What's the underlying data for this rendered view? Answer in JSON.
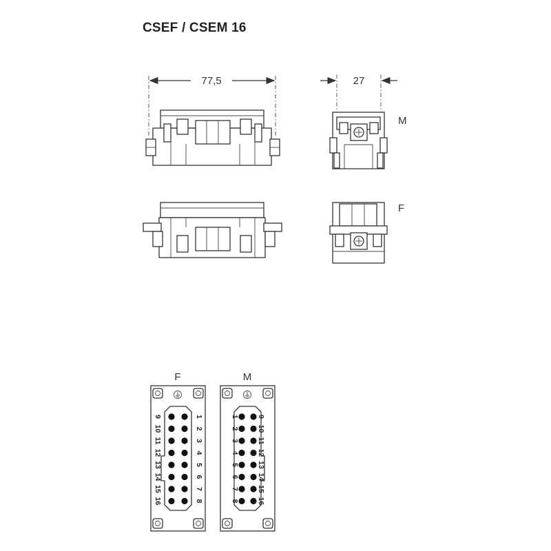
{
  "title": "CSEF / CSEM 16",
  "dimensions": {
    "width": "77,5",
    "depth": "27"
  },
  "view_labels": {
    "male_side": "M",
    "female_side": "F"
  },
  "face_labels": {
    "female": "F",
    "male": "M"
  },
  "pins": {
    "female_left_column": [
      "9",
      "10",
      "11",
      "12",
      "13",
      "14",
      "15",
      "16"
    ],
    "female_right_column": [
      "1",
      "2",
      "3",
      "4",
      "5",
      "6",
      "7",
      "8"
    ],
    "male_left_column": [
      "1",
      "2",
      "3",
      "4",
      "5",
      "6",
      "7",
      "8"
    ],
    "male_right_column": [
      "9",
      "10",
      "11",
      "12",
      "13",
      "14",
      "15",
      "16"
    ]
  },
  "colors": {
    "line": "#333333",
    "pin": "#111111",
    "background": "#ffffff"
  }
}
